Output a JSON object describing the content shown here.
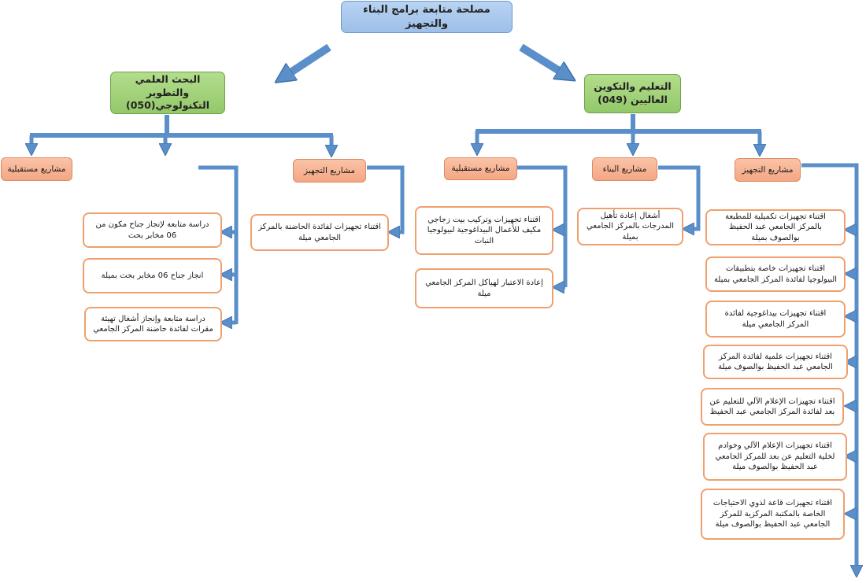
{
  "root": "مصلحة متابعة برامج البناء والتجهيز",
  "branches": {
    "left": "البحث العلمي والتطوير التكنولوجي(050)",
    "right": "التعليم والتكوين العاليين (049)"
  },
  "categories": {
    "left_future": "مشاريع مستقبلية",
    "left_equipment": "مشاريع التجهيز",
    "right_future": "مشاريع مستقبلية",
    "right_building": "مشاريع البناء",
    "right_equipment": "مشاريع التجهيز"
  },
  "items": {
    "left_research_future": [
      "دراسة متابعة لإنجاز جناح مكون من 06 مخابر بحث",
      "انجاز جناح 06 مخابر بحث بميلة",
      "دراسة متابعة وإنجاز أشغال تهيئة مقرات لفائدة حاضنة المركز الجامعي"
    ],
    "left_research_equipment": [
      "اقتناء تجهيزات لفائدة الحاضنة بالمركز الجامعي ميلة"
    ],
    "right_future": [
      "اقتناء تجهيزات وتركيب بيت زجاجي مكيف للأعمال البيداغوجية لبيولوجيا النبات",
      "إعادة الاعتبار لهياكل المركز الجامعي ميلة"
    ],
    "right_building": [
      "أشغال إعادة تأهيل المدرجات بالمركز الجامعي بميلة"
    ],
    "right_equipment": [
      "اقتناء تجهيزات تكميلية للمطبعة بالمركز الجامعي عبد الحفيظ بوالصوف بميلة",
      "اقتناء تجهيزات خاصة بتطبيقات البيولوجيا لفائدة المركز الجامعي بميلة",
      "اقتناء تجهيزات بيداغوجية لفائدة المركز الجامعي ميلة",
      "اقتناء تجهيزات علمية لفائدة المركز الجامعي عبد الحفيظ بوالصوف ميلة",
      "اقتناء تجهيزات الإعلام الآلي للتعليم عن بعد لفائدة المركز الجامعي عبد الحفيظ",
      "اقتناء تجهيزات الإعلام الآلي وخوادم لخلية التعليم عن بعد للمركز الجامعي عبد الحفيظ بوالصوف ميلة",
      "اقتناء تجهيزات قاعة لذوي الاحتياجات الخاصة بالمكتبة المركزية للمركز الجامعي عبد الحفيظ بوالصوف ميلة"
    ]
  },
  "colors": {
    "connector": "#5b8fc9",
    "connector_edge": "#3f72ad",
    "root_fill": "#a9c8ee",
    "branch_fill": "#9fcf78",
    "category_fill": "#f7b090",
    "item_border": "#f0a06e"
  }
}
